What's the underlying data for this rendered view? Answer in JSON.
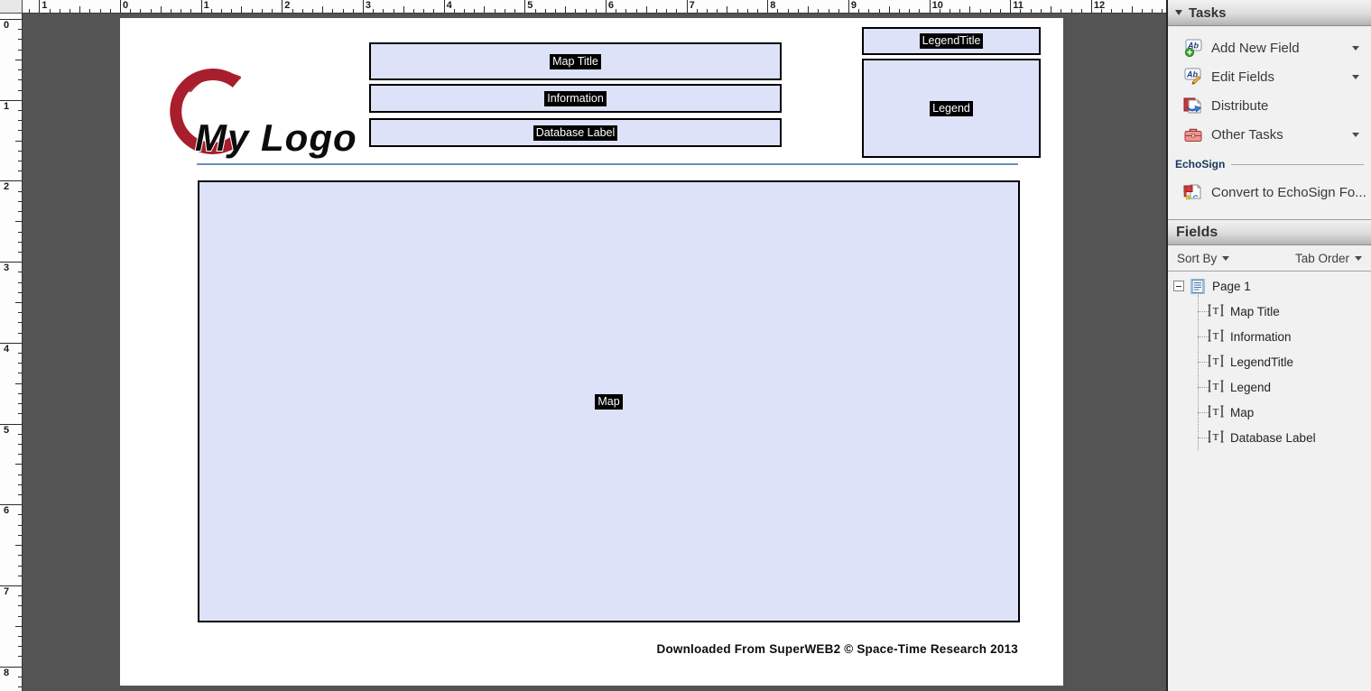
{
  "rulers": {
    "top_labels": [
      "1",
      "0",
      "1",
      "2",
      "3",
      "4",
      "5",
      "6",
      "7",
      "8",
      "9",
      "10",
      "11",
      "12"
    ],
    "left_labels": [
      "0",
      "1",
      "2",
      "3",
      "4",
      "5",
      "6",
      "7",
      "8"
    ]
  },
  "document_page": {
    "logo_text": "My Logo",
    "fields": {
      "map_title": "Map Title",
      "information": "Information",
      "database_label": "Database Label",
      "legend_title": "LegendTitle",
      "legend": "Legend",
      "map": "Map"
    },
    "footer_text": "Downloaded From SuperWEB2 © Space-Time Research 2013"
  },
  "panel": {
    "tasks": {
      "title": "Tasks",
      "items": [
        {
          "label": "Add New Field",
          "icon": "add-new-field-icon",
          "has_dropdown": true
        },
        {
          "label": "Edit Fields",
          "icon": "edit-fields-icon",
          "has_dropdown": true
        },
        {
          "label": "Distribute",
          "icon": "distribute-icon",
          "has_dropdown": false
        },
        {
          "label": "Other Tasks",
          "icon": "other-tasks-icon",
          "has_dropdown": true
        }
      ]
    },
    "echosign": {
      "section_title": "EchoSign",
      "items": [
        {
          "label": "Convert to EchoSign Fo...",
          "icon": "echosign-convert-icon",
          "has_dropdown": false
        }
      ]
    },
    "fields_panel": {
      "title": "Fields",
      "sort_by_label": "Sort By",
      "tab_order_label": "Tab Order",
      "tree": {
        "root_label": "Page 1",
        "root_icon": "page-icon",
        "children": [
          {
            "label": "Map Title",
            "icon": "text-field-icon"
          },
          {
            "label": "Information",
            "icon": "text-field-icon"
          },
          {
            "label": "LegendTitle",
            "icon": "text-field-icon"
          },
          {
            "label": "Legend",
            "icon": "text-field-icon"
          },
          {
            "label": "Map",
            "icon": "text-field-icon"
          },
          {
            "label": "Database Label",
            "icon": "text-field-icon"
          }
        ]
      }
    }
  },
  "colors": {
    "workspace_bg": "#545454",
    "panel_bg": "#f1f1f1",
    "field_fill": "#dde2f9",
    "field_border": "#000000",
    "label_chip_bg": "#000000",
    "label_chip_text": "#ffffff",
    "logo_red": "#a81e2c",
    "divider_blue": "#6a8fbf",
    "echosign_title": "#17365d"
  }
}
